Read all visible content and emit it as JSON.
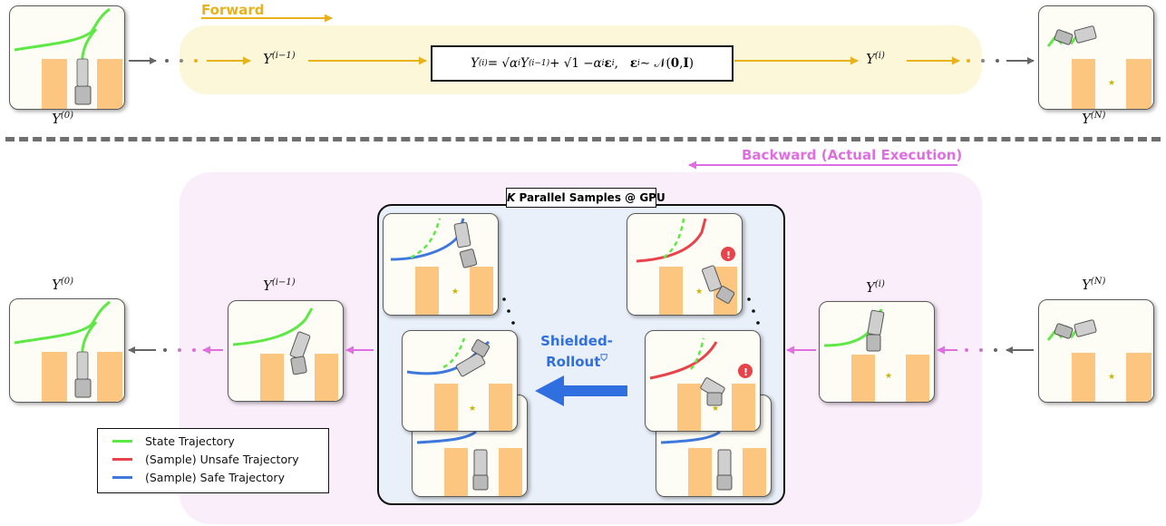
{
  "forward": {
    "label": "Forward",
    "y_prev": "Y",
    "y_prev_sup": "(i−1)",
    "y_cur": "Y",
    "y_cur_sup": "(i)",
    "equation": {
      "lhs": "Y",
      "lhs_sup": "(i)",
      "eq": " = √",
      "alpha": "α",
      "alpha_sub": "i",
      "mid": " Y",
      "mid_sup": "(i−1)",
      "plus": " + √1 − ",
      "alpha2": "α",
      "alpha2_sub": "i",
      "eps": " ε",
      "eps_sub": "i",
      "comma": ",",
      "rhs_eps": "ε",
      "rhs_eps_sub": "i",
      "sim": " ∼ 𝒩(",
      "zero": "0",
      "sep": ", ",
      "ident": "I",
      "close": ")"
    }
  },
  "backward": {
    "label": "Backward (Actual Execution)"
  },
  "panel_labels": {
    "top_left": "Y",
    "top_left_sup": "(0)",
    "top_right": "Y",
    "top_right_sup": "(N)",
    "bottom_y0": "Y",
    "bottom_y0_sup": "(0)",
    "bottom_yprev": "Y",
    "bottom_yprev_sup": "(i−1)",
    "bottom_yi": "Y",
    "bottom_yi_sup": "(i)",
    "bottom_yn": "Y",
    "bottom_yn_sup": "(N)"
  },
  "gpu": {
    "title_k": "K",
    "title_rest": " Parallel Samples @ GPU"
  },
  "shielded": {
    "line1": "Shielded-",
    "line2": "Rollout"
  },
  "legend": [
    {
      "label": "State Trajectory",
      "color": "#5ee845"
    },
    {
      "label": "(Sample) Unsafe Trajectory",
      "color": "#e8434a"
    },
    {
      "label": "(Sample) Safe Trajectory",
      "color": "#3f78dc"
    }
  ],
  "colors": {
    "forward_arrow": "#e8b21a",
    "backward_arrow": "#e06ee2",
    "gray_arrow": "#666666",
    "obstacle": "#fcc681",
    "shield_arrow": "#2f6fe0",
    "alert": "#e8434a"
  }
}
